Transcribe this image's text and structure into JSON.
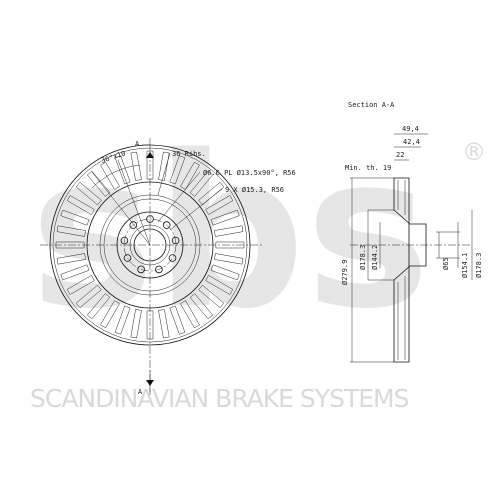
{
  "watermark": {
    "logo_text": "sbs",
    "registered_mark": "®",
    "company_name": "SCANDINAVIAN BRAKE SYSTEMS",
    "color": "#d9d9d9"
  },
  "front_view": {
    "section_marker_top": "A",
    "section_marker_bottom": "A",
    "rib_angle_label": "36°x10",
    "ribs_label": "36 Ribs.",
    "pilot_hole_label": "Ø6.6 PL Ø13.5x90°, R56",
    "bolt_holes_label": "9 X Ø15.3, R56",
    "rib_count": 36,
    "bolt_hole_count": 9
  },
  "section_view": {
    "title": "Section A-A",
    "min_thickness_label": "Min. th. 19",
    "dims_top": [
      "49,4",
      "42,4",
      "22"
    ],
    "dims_vertical": [
      "Ø279.9",
      "Ø178.3",
      "Ø144.2",
      "Ø65",
      "Ø154.1",
      "Ø178.3"
    ]
  },
  "colors": {
    "line": "#111111",
    "watermark": "#e6e6e6"
  }
}
